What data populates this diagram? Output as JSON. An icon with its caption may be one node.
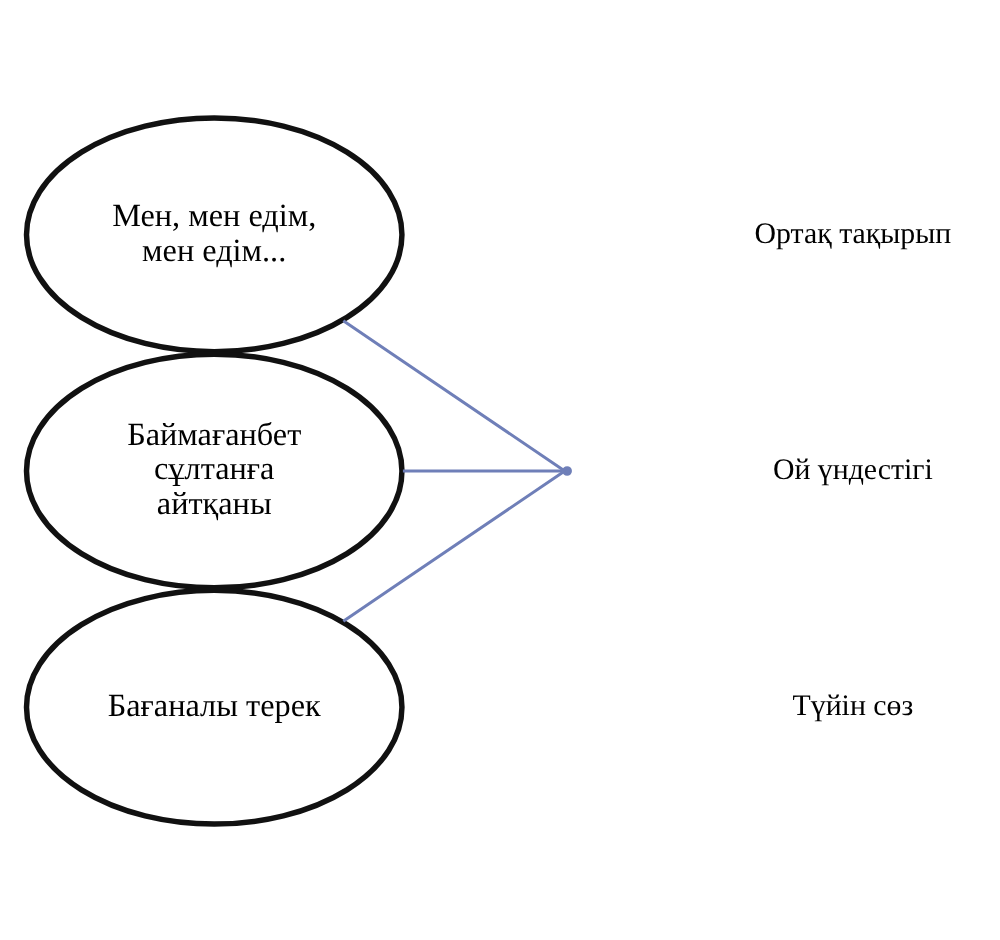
{
  "diagram": {
    "nodes": [
      {
        "text": [
          "Мен, мен едім, мен едім..."
        ]
      },
      {
        "text": [
          "Баймағанбет сұлтанға айтқаны"
        ]
      },
      {
        "text": [
          "Бағаналы терек"
        ]
      },
      {
        "text": [],
        "shape": "point"
      }
    ],
    "edges": [
      {
        "from": 0,
        "to": 3,
        "arrow": "none"
      },
      {
        "from": 1,
        "to": 3,
        "arrow": "none"
      },
      {
        "from": 2,
        "to": 3,
        "arrow": "none"
      }
    ],
    "labels": [
      "Ортақ тақырып",
      "Ой үндестігі",
      "Түйін сөз"
    ]
  }
}
